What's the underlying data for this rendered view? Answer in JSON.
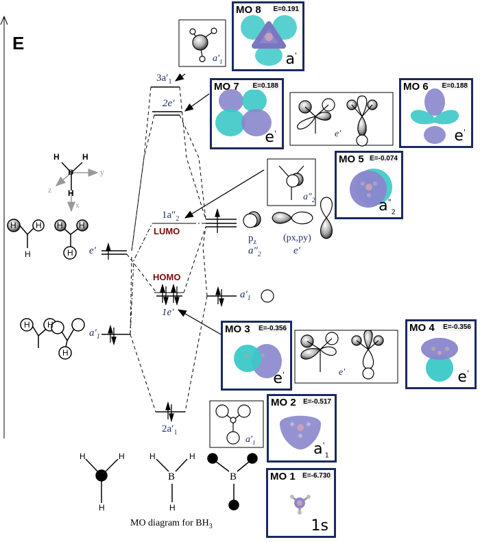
{
  "figure": {
    "axis_label": "E",
    "caption": "MO diagram for BH3",
    "caption_main": "MO diagram for BH",
    "caption_sub": "3"
  },
  "levels": {
    "mo_3a1": {
      "label": "3a",
      "sub": "1",
      "prime": "′"
    },
    "mo_2e": {
      "label": "2e",
      "prime": "′"
    },
    "mo_1a2": {
      "label": "1a",
      "sub": "2",
      "prime": "″"
    },
    "lumo": "LUMO",
    "homo": "HOMO",
    "mo_1e": {
      "label": "1e",
      "prime": "′"
    },
    "mo_2a1": {
      "label": "2a",
      "sub": "1",
      "prime": "′"
    }
  },
  "left_fragment": {
    "e_label": "e′",
    "a1_label": "a",
    "a1_sub": "1",
    "a1_prime": "′",
    "axes": {
      "x": "x",
      "y": "y",
      "z": "z"
    },
    "atoms": {
      "B": "B",
      "H": "H"
    }
  },
  "right_fragment": {
    "pz_label": "p",
    "pz_sub": "z",
    "pz_sym": "a",
    "pz_sym_sub": "2",
    "pz_sym_prime": "″",
    "pxpy_label": "(p",
    "pxpy_label_full": "(px,py)",
    "pxpy_sym": "e′",
    "s_sym": "a",
    "s_sym_sub": "1",
    "s_sym_prime": "′"
  },
  "sketch_boxes": {
    "top_a1": {
      "sym": "a",
      "sub": "1",
      "prime": "′"
    },
    "top_e": {
      "sym": "e′"
    },
    "a2": {
      "sym": "a",
      "sub": "2",
      "prime": "″"
    },
    "bottom_e": {
      "sym": "e′"
    },
    "bottom_a1": {
      "sym": "a",
      "sub": "1",
      "prime": "′"
    }
  },
  "mo_panels": [
    {
      "id": "mo8",
      "title": "MO 8",
      "energy": "E=0.191",
      "sym": "a",
      "sym_sup": "'",
      "sym_sub": ""
    },
    {
      "id": "mo7",
      "title": "MO 7",
      "energy": "E=0.188",
      "sym": "e",
      "sym_sup": "'",
      "sym_sub": ""
    },
    {
      "id": "mo6",
      "title": "MO 6",
      "energy": "E=0.188",
      "sym": "e",
      "sym_sup": "'",
      "sym_sub": ""
    },
    {
      "id": "mo5",
      "title": "MO 5",
      "energy": "E=-0.074",
      "sym": "a",
      "sym_sup": "\"",
      "sym_sub": "2"
    },
    {
      "id": "mo3",
      "title": "MO 3",
      "energy": "E=-0.356",
      "sym": "e",
      "sym_sup": "'",
      "sym_sub": ""
    },
    {
      "id": "mo4",
      "title": "MO 4",
      "energy": "E=-0.356",
      "sym": "e",
      "sym_sup": "'",
      "sym_sub": ""
    },
    {
      "id": "mo2",
      "title": "MO 2",
      "energy": "E=-0.517",
      "sym": "a",
      "sym_sup": "'",
      "sym_sub": "1"
    },
    {
      "id": "mo1",
      "title": "MO 1",
      "energy": "E=-6.730",
      "sym": "1s",
      "sym_sup": "",
      "sym_sub": ""
    }
  ],
  "colors": {
    "frame": "#1a2a5e",
    "lobe_cyan": "#3cc8c8",
    "lobe_purple": "#8a86cc",
    "label_red": "#7a0a0a",
    "text_blue": "#1a2a5e"
  }
}
